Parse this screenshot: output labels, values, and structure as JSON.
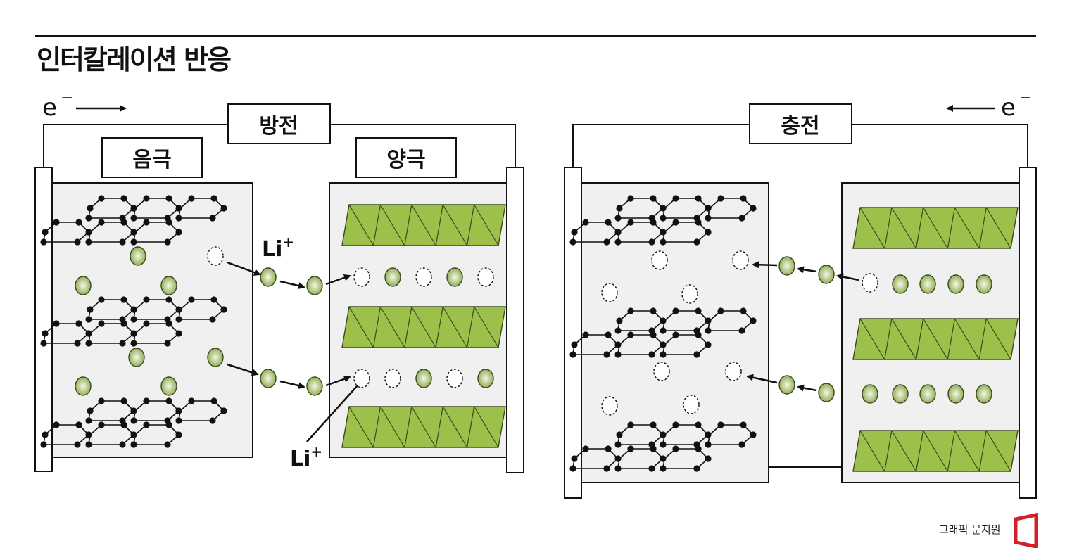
{
  "title": "인터칼레이션 반응",
  "discharge": {
    "label": "방전",
    "electron": "e",
    "electron_sign": "−",
    "anode_label": "음극",
    "cathode_label": "양극",
    "ion_label_top": "Li",
    "ion_label_bottom": "Li",
    "ion_sign": "+"
  },
  "charge": {
    "label": "충전",
    "electron": "e",
    "electron_sign": "−"
  },
  "credit": "그래픽 문지원",
  "colors": {
    "ion_fill": "#8aa84a",
    "ion_highlight": "#f4f8e8",
    "cathode_layer": "#9dc04a",
    "electrode_bg": "#f0f0f0",
    "logo_red": "#d0202a"
  }
}
